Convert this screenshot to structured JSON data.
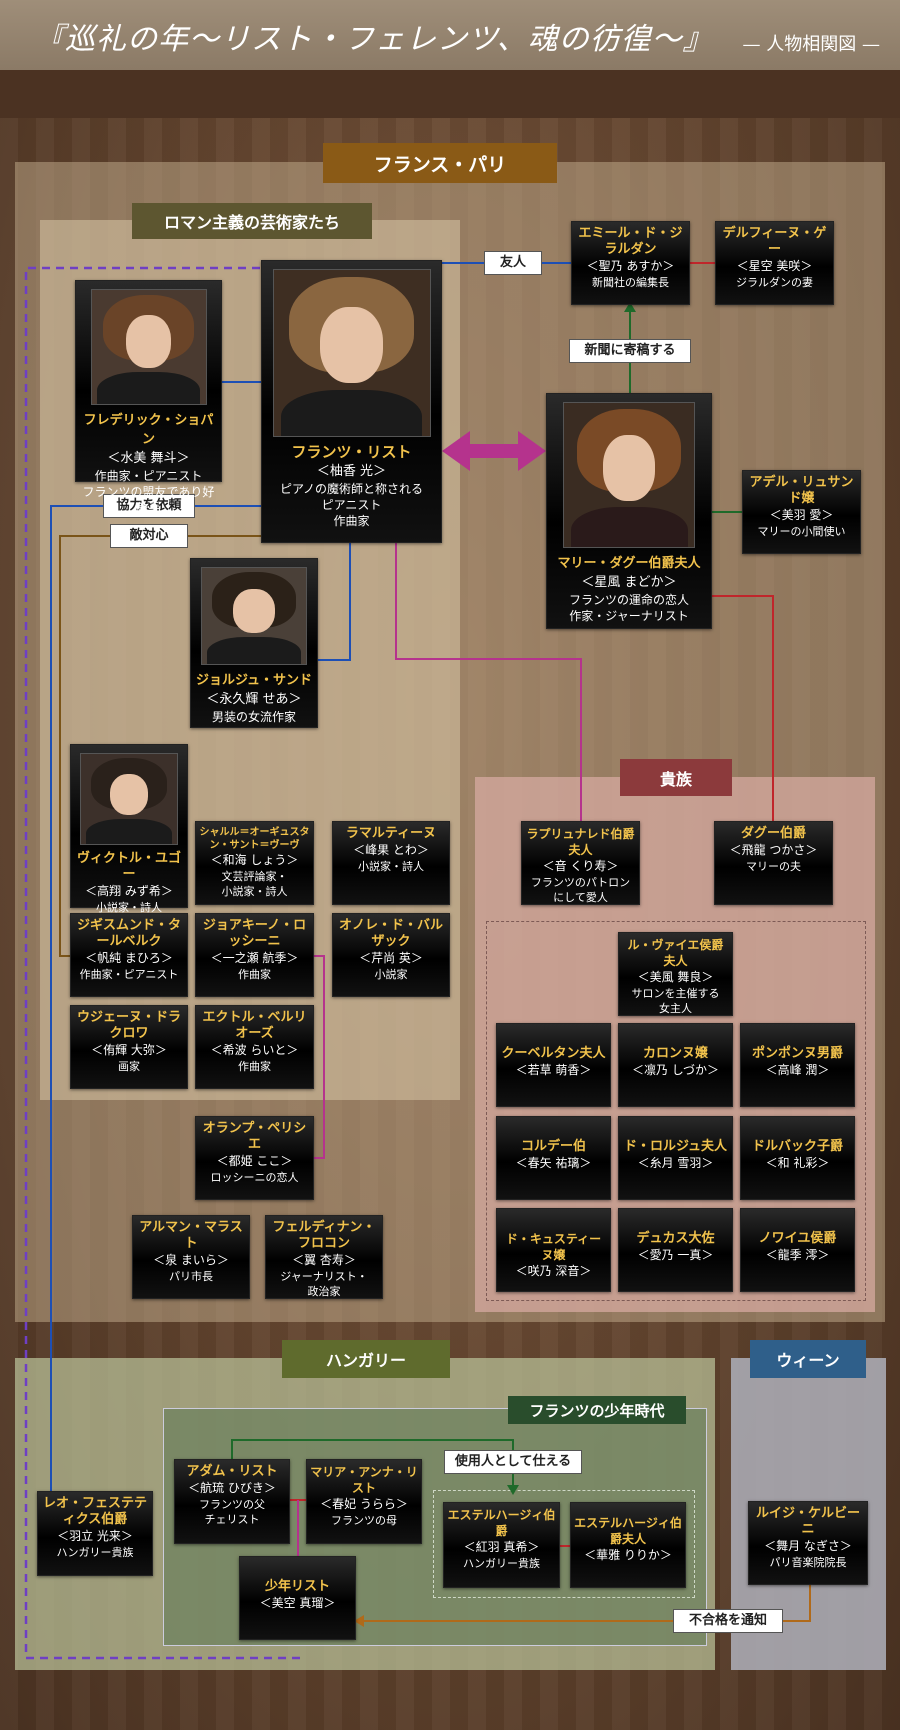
{
  "header": {
    "title": "『巡礼の年〜リスト・フェレンツ、魂の彷徨〜』",
    "subtitle": "— 人物相関図 —"
  },
  "regions": {
    "paris": "フランス・パリ",
    "romantic": "ロマン主義の芸術家たち",
    "nobles": "貴族",
    "hungary": "ハンガリー",
    "youth": "フランツの少年時代",
    "vienna": "ウィーン"
  },
  "relations": {
    "friend": "友人",
    "contribute": "新聞に寄稿する",
    "request": "協力を依頼",
    "rival": "敵対心",
    "serve": "使用人として仕える",
    "reject": "不合格を通知"
  },
  "characters": {
    "liszt": {
      "name": "フランツ・リスト",
      "actor": "＜柚香 光＞",
      "desc": [
        "ピアノの魔術師と称される",
        "ピアニスト",
        "作曲家"
      ]
    },
    "chopin": {
      "name": "フレデリック・ショパン",
      "actor": "＜水美 舞斗＞",
      "desc": [
        "作曲家・ピアニスト",
        "フランツの盟友であり好敵手"
      ]
    },
    "sand": {
      "name": "ジョルジュ・サンド",
      "actor": "＜永久輝 せあ＞",
      "desc": [
        "男装の女流作家"
      ]
    },
    "marie": {
      "name": "マリー・ダグー伯爵夫人",
      "actor": "＜星風 まどか＞",
      "desc": [
        "フランツの運命の恋人",
        "作家・ジャーナリスト"
      ]
    },
    "emile": {
      "name": "エミール・ド・ジラルダン",
      "actor": "＜聖乃 あすか＞",
      "desc": [
        "新聞社の編集長"
      ]
    },
    "delphine": {
      "name": "デルフィーヌ・ゲー",
      "actor": "＜星空 美咲＞",
      "desc": [
        "ジラルダンの妻"
      ]
    },
    "adele": {
      "name": "アデル・リュサンド嬢",
      "actor": "＜美羽 愛＞",
      "desc": [
        "マリーの小間使い"
      ]
    },
    "hugo": {
      "name": "ヴィクトル・ユゴー",
      "actor": "＜高翔 みず希＞",
      "desc": [
        "小説家・詩人"
      ]
    },
    "sainte": {
      "name": "シャルル＝オーギュスタン・サント＝ヴーヴ",
      "actor": "＜和海 しょう＞",
      "desc": [
        "文芸評論家・",
        "小説家・詩人"
      ]
    },
    "lamartine": {
      "name": "ラマルティーヌ",
      "actor": "＜峰果 とわ＞",
      "desc": [
        "小説家・詩人"
      ]
    },
    "thalberg": {
      "name": "ジギスムンド・タールベルク",
      "actor": "＜帆純 まひろ＞",
      "desc": [
        "作曲家・ピアニスト"
      ]
    },
    "rossini": {
      "name": "ジョアキーノ・ロッシーニ",
      "actor": "＜一之瀬 航季＞",
      "desc": [
        "作曲家"
      ]
    },
    "balzac": {
      "name": "オノレ・ド・バルザック",
      "actor": "＜芹尚 英＞",
      "desc": [
        "小説家"
      ]
    },
    "delacroix": {
      "name": "ウジェーヌ・ドラクロワ",
      "actor": "＜侑輝 大弥＞",
      "desc": [
        "画家"
      ]
    },
    "berlioz": {
      "name": "エクトル・ベルリオーズ",
      "actor": "＜希波 らいと＞",
      "desc": [
        "作曲家"
      ]
    },
    "olympe": {
      "name": "オランプ・ペリシエ",
      "actor": "＜都姫 ここ＞",
      "desc": [
        "ロッシーニの恋人"
      ]
    },
    "marrast": {
      "name": "アルマン・マラスト",
      "actor": "＜泉 まいら＞",
      "desc": [
        "パリ市長"
      ]
    },
    "flocon": {
      "name": "フェルディナン・フロコン",
      "actor": "＜翼 杏寿＞",
      "desc": [
        "ジャーナリスト・",
        "政治家"
      ]
    },
    "laprunarede": {
      "name": "ラプリュナレド伯爵夫人",
      "actor": "＜音 くり寿＞",
      "desc": [
        "フランツのパトロン",
        "にして愛人"
      ]
    },
    "dagoult": {
      "name": "ダグー伯爵",
      "actor": "＜飛龍 つかさ＞",
      "desc": [
        "マリーの夫"
      ]
    },
    "vaye": {
      "name": "ル・ヴァイエ侯爵夫人",
      "actor": "＜美風 舞良＞",
      "desc": [
        "サロンを主催する",
        "女主人"
      ]
    },
    "courbel": {
      "name": "クーベルタン夫人",
      "actor": "＜若草 萌香＞",
      "desc": []
    },
    "caron": {
      "name": "カロンヌ嬢",
      "actor": "＜凛乃 しづか＞",
      "desc": []
    },
    "pompon": {
      "name": "ポンポンヌ男爵",
      "actor": "＜高峰 潤＞",
      "desc": []
    },
    "corde": {
      "name": "コルデー伯",
      "actor": "＜春矢 祐璃＞",
      "desc": []
    },
    "rolge": {
      "name": "ド・ロルジュ夫人",
      "actor": "＜糸月 雪羽＞",
      "desc": []
    },
    "dorbac": {
      "name": "ドルバック子爵",
      "actor": "＜和 礼彩＞",
      "desc": []
    },
    "custine": {
      "name": "ド・キュスティーヌ嬢",
      "actor": "＜咲乃 深音＞",
      "desc": []
    },
    "ducas": {
      "name": "デュカス大佐",
      "actor": "＜愛乃 一真＞",
      "desc": []
    },
    "noailles": {
      "name": "ノワイユ侯爵",
      "actor": "＜龍季 澪＞",
      "desc": []
    },
    "festetics": {
      "name": "レオ・フェステティクス伯爵",
      "actor": "＜羽立 光来＞",
      "desc": [
        "ハンガリー貴族"
      ]
    },
    "adam": {
      "name": "アダム・リスト",
      "actor": "＜航琉 ひびき＞",
      "desc": [
        "フランツの父",
        "チェリスト"
      ]
    },
    "maria": {
      "name": "マリア・アンナ・リスト",
      "actor": "＜春妃 うらら＞",
      "desc": [
        "フランツの母"
      ]
    },
    "young": {
      "name": "少年リスト",
      "actor": "＜美空 真瑠＞",
      "desc": []
    },
    "esterhazy": {
      "name": "エステルハージィ伯爵",
      "actor": "＜紅羽 真希＞",
      "desc": [
        "ハンガリー貴族"
      ]
    },
    "esterhazyw": {
      "name": "エステルハージィ伯爵夫人",
      "actor": "＜華雅 りりか＞",
      "desc": []
    },
    "cherubini": {
      "name": "ルイジ・ケルビーニ",
      "actor": "＜舞月 なぎさ＞",
      "desc": [
        "パリ音楽院院長"
      ]
    }
  },
  "colors": {
    "line_blue": "#1d4fb5",
    "line_green": "#1f6a2a",
    "line_red": "#c0262b",
    "line_magenta": "#b5338d",
    "line_purple": "#6f3fc4",
    "line_brown": "#7a5418",
    "line_orange": "#b06a1a",
    "name_gold": "#f2c34c"
  }
}
